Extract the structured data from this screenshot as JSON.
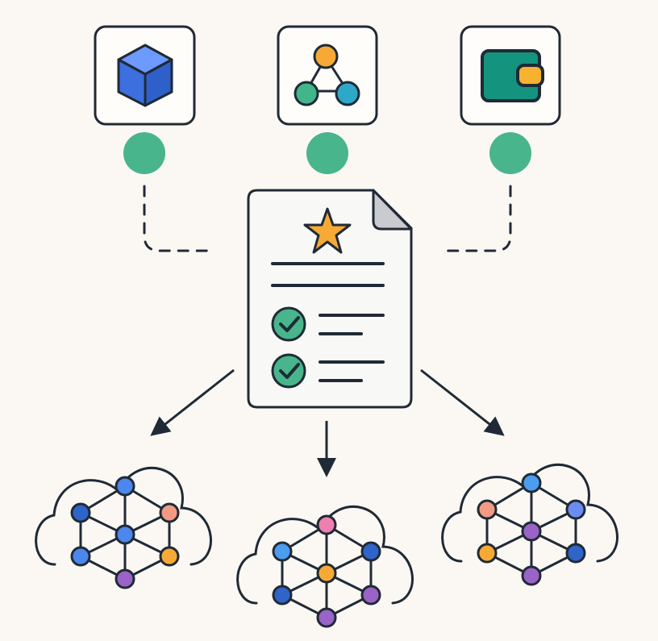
{
  "diagram": {
    "top_icons": [
      {
        "name": "cube-icon",
        "color": "#3f73e8"
      },
      {
        "name": "network-triangle-icon",
        "colors": [
          "#f6aa35",
          "#41b68a",
          "#2ea8c9"
        ]
      },
      {
        "name": "wallet-icon",
        "color": "#14947e"
      }
    ],
    "status_dot_color": "#48b58d",
    "document": {
      "icon": "document-with-star-icon",
      "star_color": "#f6aa35",
      "check_color": "#48b58d",
      "checklist_items": 2
    },
    "destinations": [
      {
        "name": "cloud-network-left",
        "node_colors": [
          "#4b87ec",
          "#2f64c8",
          "#f29a84",
          "#4b87ec",
          "#4b87ec",
          "#f6aa35",
          "#9a63c8"
        ]
      },
      {
        "name": "cloud-network-center",
        "node_colors": [
          "#ef7fb0",
          "#4b9df0",
          "#2f64c8",
          "#f6aa35",
          "#2f64c8",
          "#9a63c8",
          "#9a63c8"
        ]
      },
      {
        "name": "cloud-network-right",
        "node_colors": [
          "#4b9df0",
          "#f29a84",
          "#6b8df0",
          "#9a63c8",
          "#f6aa35",
          "#2f64c8",
          "#9a63c8"
        ]
      }
    ]
  }
}
